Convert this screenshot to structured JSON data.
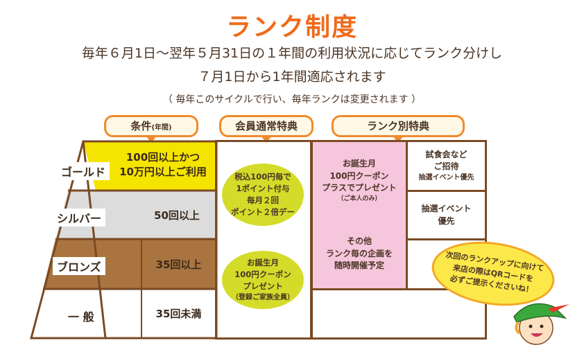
{
  "title": "ランク制度",
  "intro": {
    "line1": "毎年６月1日〜翌年５月31日の１年間の利用状況に応じてランク分けし",
    "line2": "７月1日から1年間適応されます",
    "note": "（ 毎年このサイクルで行い、毎年ランクは変更されます ）"
  },
  "headers": {
    "condition": "条件",
    "condition_sub": "(年間)",
    "regular": "会員通常特典",
    "rank": "ランク別特典"
  },
  "ranks": [
    {
      "name": "ゴールド",
      "condition_line1": "100回以上かつ",
      "condition_line2": "10万円以上ご利用",
      "color": "#f5e400"
    },
    {
      "name": "シルバー",
      "condition_line1": "50回以上",
      "condition_line2": "",
      "color": "#dcdcdc"
    },
    {
      "name": "ブロンズ",
      "condition_line1": "35回以上",
      "condition_line2": "",
      "color": "#a9743f"
    },
    {
      "name": "一 般",
      "condition_line1": "35回未満",
      "condition_line2": "",
      "color": "#ffffff"
    }
  ],
  "regular_benefits": [
    [
      "税込100円毎で",
      "1ポイント付与",
      "毎月２回",
      "ポイント２倍デー"
    ],
    [
      "お誕生月",
      "100円クーポン",
      "プレゼント",
      "（登録ご家族全員）"
    ]
  ],
  "rank_benefits": {
    "pink": [
      "お誕生月",
      "100円クーポン",
      "プラスでプレゼント",
      "（ご本人のみ）"
    ],
    "pink_other": [
      "その他",
      "ランク毎の企画を",
      "随時開催予定"
    ],
    "gold": [
      "試食会など",
      "ご招待",
      "抽選イベント優先"
    ],
    "silver": [
      "抽選イベント",
      "優先"
    ]
  },
  "bubble": [
    "次回のランクアップに向けて",
    "来店の際はQRコードを",
    "必ずご提示くださいね！"
  ],
  "colors": {
    "accent": "#ef6a1a",
    "pink": "#f6c6dc",
    "green": "#d4dc2a",
    "bubble": "#fde84a",
    "border": "#7a4a24"
  }
}
